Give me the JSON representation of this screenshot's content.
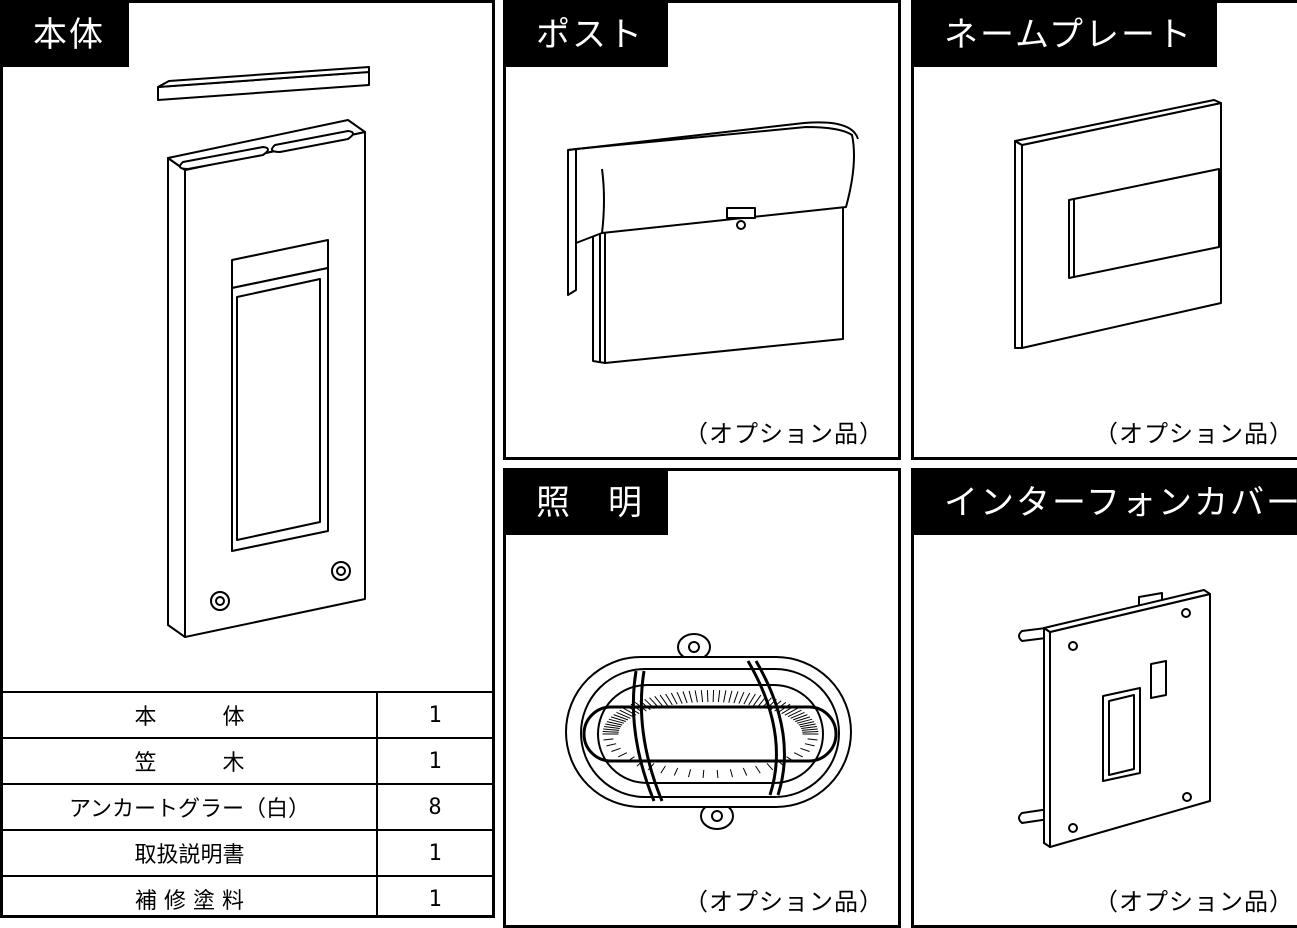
{
  "panels": {
    "body": {
      "title": "本体"
    },
    "post": {
      "title": "ポスト",
      "note": "（オプション品）"
    },
    "nameplate": {
      "title": "ネームプレート",
      "note": "（オプション品）"
    },
    "lighting": {
      "title": "照　明",
      "note": "（オプション品）"
    },
    "intercom_cover": {
      "title": "インターフォンカバー",
      "note": "（オプション品）"
    }
  },
  "parts_list": [
    {
      "name": "本　　　体",
      "qty": "1"
    },
    {
      "name": "笠　　　木",
      "qty": "1"
    },
    {
      "name": "アンカートグラー（白）",
      "qty": "8"
    },
    {
      "name": "取扱説明書",
      "qty": "1"
    },
    {
      "name": "補 修 塗 料",
      "qty": "1"
    }
  ],
  "colors": {
    "line": "#000000",
    "background": "#ffffff"
  }
}
